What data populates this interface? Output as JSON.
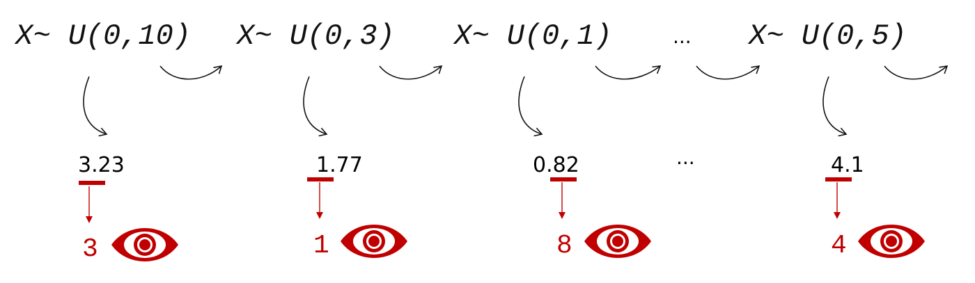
{
  "accent_color": "#c00000",
  "ink_color": "#111111",
  "stages": [
    {
      "distribution": "X~ U(0,10)",
      "sample": "3.23",
      "observed": "3",
      "icon": "eye-icon"
    },
    {
      "distribution": "X~ U(0,3)",
      "sample": "1.77",
      "observed": "1",
      "icon": "eye-icon"
    },
    {
      "distribution": "X~ U(0,1)",
      "sample": "0.82",
      "observed": "8",
      "icon": "eye-icon"
    },
    {
      "distribution": "X~ U(0,5)",
      "sample": "4.1",
      "observed": "4",
      "icon": "eye-icon"
    }
  ],
  "ellipsis": {
    "top": "...",
    "middle": "..."
  }
}
